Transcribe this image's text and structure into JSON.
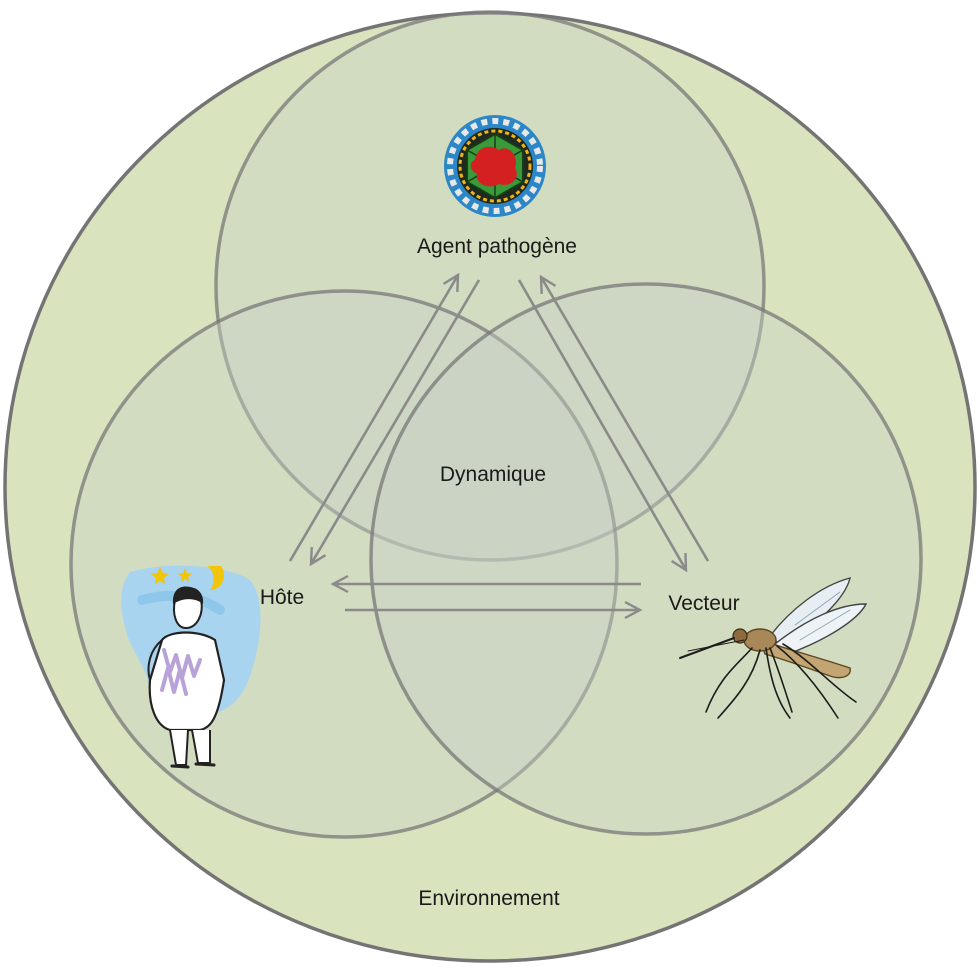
{
  "labels": {
    "pathogen": "Agent pathogène",
    "dynamics": "Dynamique",
    "host": "Hôte",
    "vector": "Vecteur",
    "environment": "Environnement"
  },
  "colors": {
    "environment_fill": "#d9e4bf",
    "inner_fill": "#d1d9c5",
    "outline": "#747474",
    "arrow": "#8a8a8a",
    "virus_blue": "#2c87c8",
    "virus_green": "#3a9a3a",
    "virus_red": "#d42020",
    "sky_blue": "#a8d4ef",
    "moon_yellow": "#f2c40a",
    "lilac": "#b9a2d8",
    "mosquito_brown": "#a88858"
  },
  "icons": {
    "pathogen": "virus-icon",
    "host": "dizzy-person-icon",
    "vector": "mosquito-icon"
  }
}
